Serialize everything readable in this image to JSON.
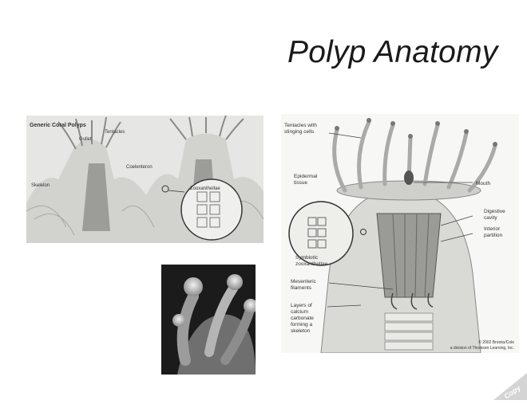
{
  "slide": {
    "title": "Polyp Anatomy"
  },
  "left_figure": {
    "heading": "Generic Coral Polyps",
    "labels": {
      "gullet": "Gullet",
      "tentacles": "Tentacles",
      "coelenteron": "Coelenteron",
      "skeleton": "Skeleton",
      "zooxanthellae": "Zooxanthellae"
    }
  },
  "right_figure": {
    "labels": {
      "tentacles_line1": "Tentacles with",
      "tentacles_line2": "stinging cells",
      "epidermal_line1": "Epidermal",
      "epidermal_line2": "tissue",
      "mouth": "Mouth",
      "digestive_line1": "Digestive",
      "digestive_line2": "cavity",
      "interior_line1": "Interior",
      "interior_line2": "partition",
      "symbiotic_line1": "Symbiotic",
      "symbiotic_line2": "zooxanthellae",
      "mesenteric_line1": "Mesenteric",
      "mesenteric_line2": "filaments",
      "layers_line1": "Layers of",
      "layers_line2": "calcium",
      "layers_line3": "carbonate",
      "layers_line4": "forming a",
      "layers_line5": "skeleton"
    },
    "copyright_line1": "© 2002 Brooks/Cole",
    "copyright_line2": "a division of Thomson Learning, Inc."
  },
  "corner_mark": {
    "text": "Copy"
  }
}
